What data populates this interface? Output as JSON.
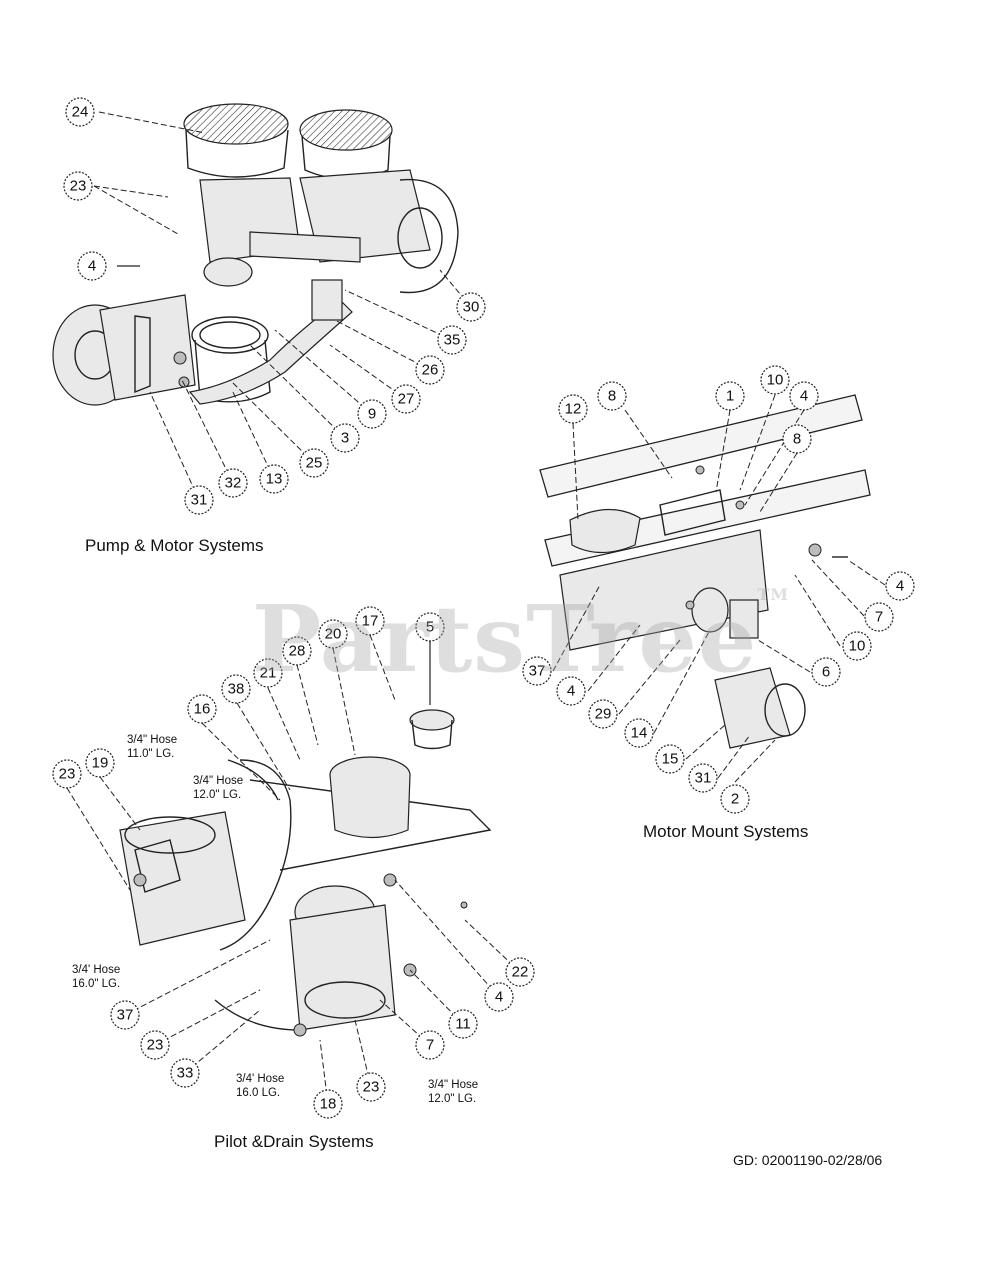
{
  "captions": {
    "pump_motor": "Pump & Motor Systems",
    "motor_mount": "Motor Mount Systems",
    "pilot_drain": "Pilot &Drain Systems"
  },
  "watermark": {
    "text": "PartsTree",
    "mark": "TM"
  },
  "doc_id": "GD: 02001190-02/28/06",
  "hose_notes": [
    {
      "line1": "3/4\" Hose",
      "line2": "11.0\" LG."
    },
    {
      "line1": "3/4\" Hose",
      "line2": "12.0\" LG."
    },
    {
      "line1": "3/4' Hose",
      "line2": "16.0\" LG."
    },
    {
      "line1": "3/4' Hose",
      "line2": "16.0  LG."
    },
    {
      "line1": "3/4\" Hose",
      "line2": "12.0\" LG."
    }
  ],
  "callouts": {
    "pump_motor": [
      "24",
      "23",
      "4",
      "30",
      "35",
      "26",
      "27",
      "9",
      "3",
      "25",
      "13",
      "32",
      "31"
    ],
    "motor_mount": [
      "12",
      "8",
      "1",
      "10",
      "4",
      "8",
      "4",
      "7",
      "10",
      "6",
      "37",
      "4",
      "29",
      "14",
      "15",
      "31",
      "2"
    ],
    "pilot_drain": [
      "20",
      "17",
      "5",
      "28",
      "21",
      "38",
      "16",
      "19",
      "23",
      "22",
      "4",
      "11",
      "7",
      "37",
      "23",
      "33",
      "18",
      "23"
    ]
  },
  "colors": {
    "ink": "#111111",
    "watermark": "#a0a0a0"
  }
}
